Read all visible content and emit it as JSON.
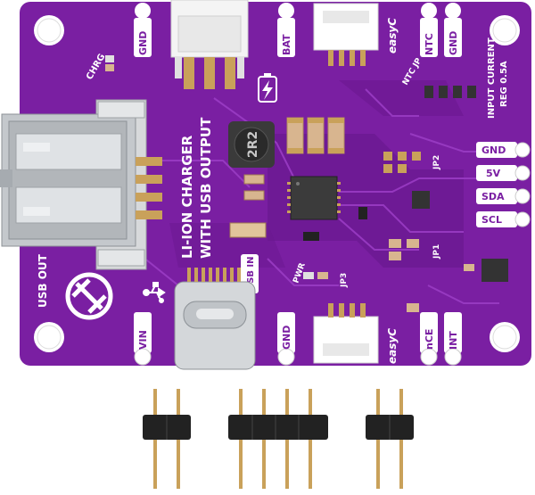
{
  "colors": {
    "pcb": "#7a1fa2",
    "pcb_dark": "#5c1480",
    "trace": "#8f34b8",
    "silk": "#ffffff",
    "pad": "#c9a15a",
    "metal": "#c8ccd0",
    "metal_dark": "#8c9196",
    "connector": "#f2f2f2",
    "header_plastic": "#222222",
    "pin": "#c9a15a"
  },
  "board": {
    "title_line1": "LI-ION CHARGER",
    "title_line2": "WITH USB OUTPUT",
    "usb_out_label": "USB OUT",
    "usb_in_label": "USB IN",
    "input_current_line1": "INPUT CURRENT",
    "input_current_line2": "REG 0.5A",
    "chrg_label": "CHRG",
    "pwr_label": "PWR",
    "ntc_jp_label": "NTC JP",
    "jp1_label": "JP1",
    "jp2_label": "JP2",
    "jp3_label": "JP3",
    "inductor_marking": "2R2",
    "easyc_top": "easyC",
    "easyc_bottom": "easyC",
    "icons": [
      "logo-icon",
      "usb-icon",
      "battery-bolt-icon"
    ]
  },
  "top_pins": [
    "GND",
    "BAT",
    "NTC",
    "GND"
  ],
  "right_pins": [
    "GND",
    "5V",
    "SDA",
    "SCL"
  ],
  "bottom_pins": [
    "VIN",
    "USB IN",
    "GND",
    "nCE",
    "INT"
  ],
  "headers": [
    {
      "name": "pin-header-2-left",
      "pins": 2
    },
    {
      "name": "pin-header-4-middle",
      "pins": 4
    },
    {
      "name": "pin-header-2-right",
      "pins": 2
    }
  ]
}
